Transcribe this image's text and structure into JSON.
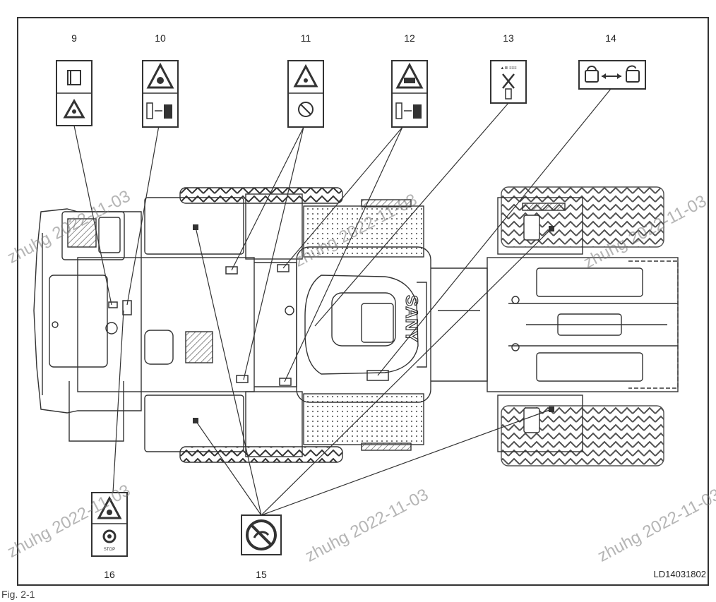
{
  "callout_numbers": {
    "n9": "9",
    "n10": "10",
    "n11": "11",
    "n12": "12",
    "n13": "13",
    "n14": "14",
    "n15": "15",
    "n16": "16"
  },
  "drawing_code": "LD14031802",
  "figure_caption": "Fig. 2-1",
  "brand_text": "SANY",
  "watermark_text": "zhuhg 2022-11-03",
  "label_13_header": "▲≣ ≡≡≡",
  "label_16_stop": "STOP",
  "colors": {
    "line": "#333333",
    "hatch": "#555555",
    "watermark": "#8a8a8a"
  }
}
